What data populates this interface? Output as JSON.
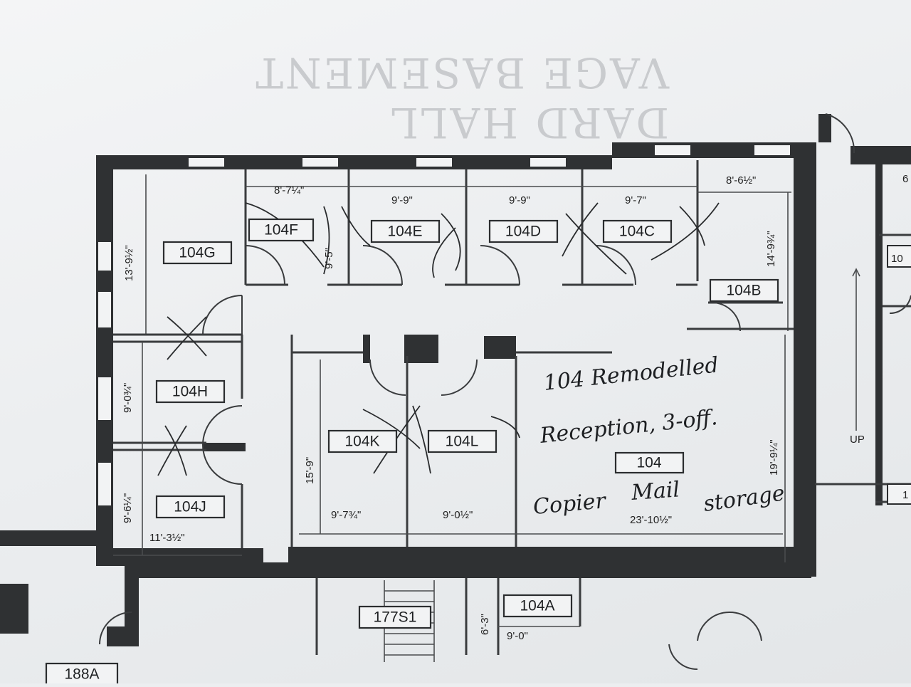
{
  "bleed_text": [
    "VAGE BASEMENT",
    "DARD HALL"
  ],
  "rooms": {
    "r104G": "104G",
    "r104F": "104F",
    "r104E": "104E",
    "r104D": "104D",
    "r104C": "104C",
    "r104B": "104B",
    "r104H": "104H",
    "r104J": "104J",
    "r104K": "104K",
    "r104L": "104L",
    "r104": "104",
    "r104A": "104A",
    "r177S1": "177S1",
    "r188A": "188A"
  },
  "dimensions": {
    "d104F_w": "8'-7¼\"",
    "d104F_h": "9'-5\"",
    "d104E_w": "9'-9\"",
    "d104D_w": "9'-9\"",
    "d104C_w": "9'-7\"",
    "d104B_w": "8'-6½\"",
    "d104B_h": "14'-9¾\"",
    "d104G_h": "13'-9½\"",
    "d104H_h": "9'-0¾\"",
    "d104J_h": "9'-6¼\"",
    "d104J_w": "11'-3½\"",
    "d104K_h": "15'-9\"",
    "d104K_w": "9'-7¾\"",
    "d104L_w": "9'-0½\"",
    "d104_w": "23'-10½\"",
    "d104_h": "19'-9¼\"",
    "d104A_h": "6'-3\"",
    "d104A_w": "9'-0\""
  },
  "annotations": {
    "line1": "104 Remodelled",
    "line2": "Reception, 3-off.",
    "copier": "Copier",
    "mail": "Mail",
    "storage": "storage"
  },
  "labels": {
    "stair_up": "UP",
    "right_edge_1": "6",
    "right_edge_2": "10",
    "right_edge_3": "1"
  }
}
